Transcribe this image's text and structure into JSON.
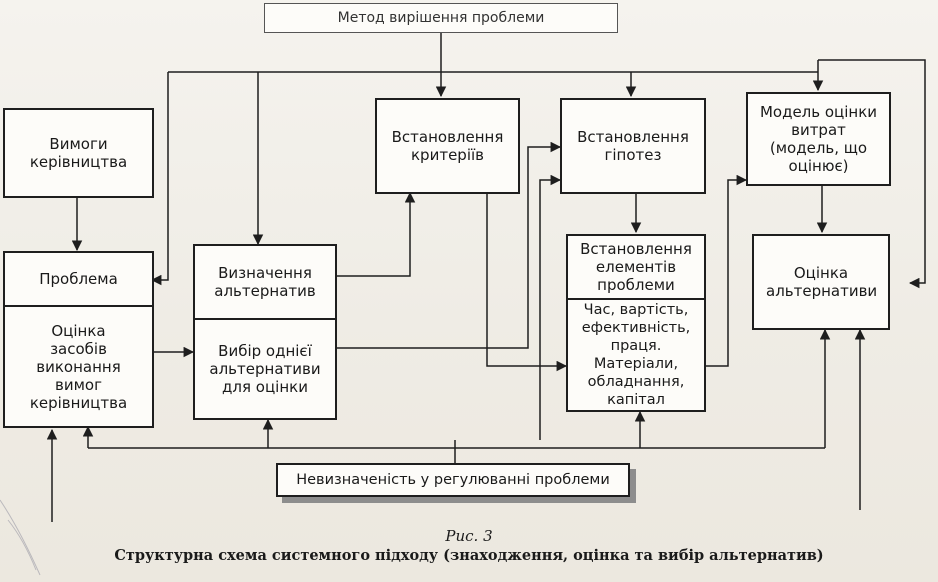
{
  "diagram": {
    "top_banner": "Метод вирішення проблеми",
    "bottom_banner": "Невизначеність у регулюванні проблеми",
    "nodes": {
      "management_requirements": "Вимоги керівництва",
      "problem_title": "Проблема",
      "problem_body": "Оцінка засобів виконання вимог керівництва",
      "alternatives_title": "Визначення альтернатив",
      "alternatives_body": "Вибір однієї альтернативи для оцінки",
      "criteria": "Встановлення критеріїв",
      "hypotheses": "Встановлення гіпотез",
      "elements_title": "Встановлення елементів проблеми",
      "elements_body": "Час, вартість, ефективність, праця. Матеріали, обладнання, капітал",
      "cost_model": "Модель оцінки витрат (модель, що оцінює)",
      "alt_evaluation": "Оцінка альтернативи"
    },
    "figure_label": "Рис. 3",
    "caption": "Структурна схема системного підходу (знаходження, оцінка та вибір альтернатив)"
  },
  "colors": {
    "line": "#1e1e1e",
    "box_fill": "#fdfcf9",
    "paper": "#f1efe9",
    "shadow": "#8d8d8d"
  }
}
